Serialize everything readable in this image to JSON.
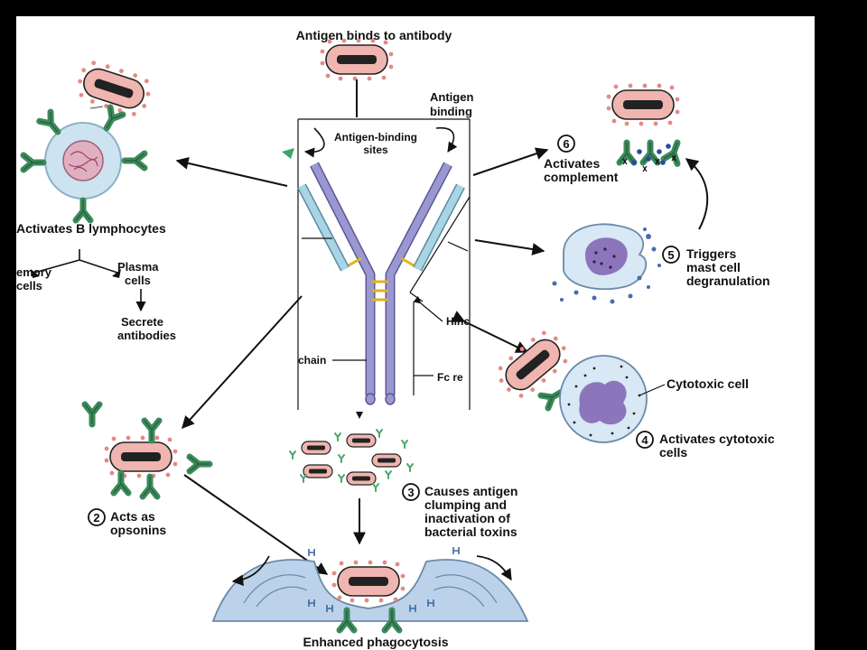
{
  "labels": {
    "top_title": "Antigen binds to antibody",
    "antigen_binding_1": "Antigen",
    "antigen_binding_2": "binding",
    "binding_sites_1": "Antigen-binding",
    "binding_sites_2": "sites",
    "chain": "chain",
    "hinge": "Hinc",
    "fc": "Fc re",
    "b_lymph": "Activates B lymphocytes",
    "memory_1": "emory",
    "memory_2": "cells",
    "plasma_1": "Plasma",
    "plasma_2": "cells",
    "secrete_1": "Secrete",
    "secrete_2": "antibodies",
    "opsonins_num": "2",
    "opsonins_1": "Acts as",
    "opsonins_2": "opsonins",
    "clumping_num": "3",
    "clumping_1": "Causes antigen",
    "clumping_2": "clumping and",
    "clumping_3": "inactivation of",
    "clumping_4": "bacterial toxins",
    "cytotoxic_cell": "Cytotoxic cell",
    "cytotoxic_num": "4",
    "cytotoxic_1": "Activates cytotoxic",
    "cytotoxic_2": "cells",
    "mast_num": "5",
    "mast_1": "Triggers",
    "mast_2": "mast cell",
    "mast_3": "degranulation",
    "complement_num": "6",
    "complement_1": "Activates",
    "complement_2": "complement",
    "phago": "Enhanced phagocytosis"
  },
  "colors": {
    "heavy_chain": "#9a98d0",
    "light_chain": "#a8d4e4",
    "disulfide": "#e3b020",
    "bacterium": "#f0b5b0",
    "antibody_icon": "#3a8a5a",
    "cell_nucleus": "#8060b0",
    "phagocyte": "#bcd2ea",
    "background": "#000000",
    "canvas": "#ffffff"
  }
}
